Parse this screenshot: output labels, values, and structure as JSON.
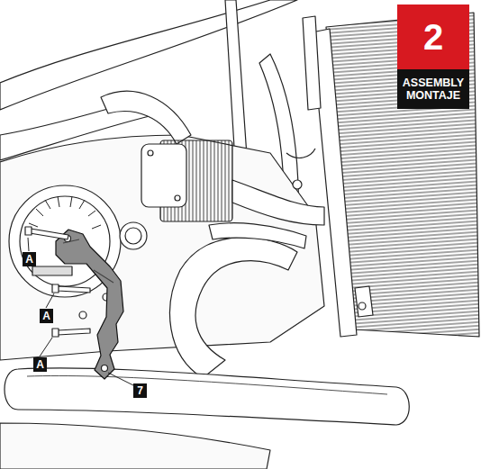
{
  "diagram": {
    "nodes": [
      {
        "text": [
          "2"
        ]
      },
      {
        "text": [
          "ASSEMBLY MONTAJE"
        ]
      }
    ],
    "labels": [
      "A",
      "A",
      "A",
      "7"
    ]
  }
}
